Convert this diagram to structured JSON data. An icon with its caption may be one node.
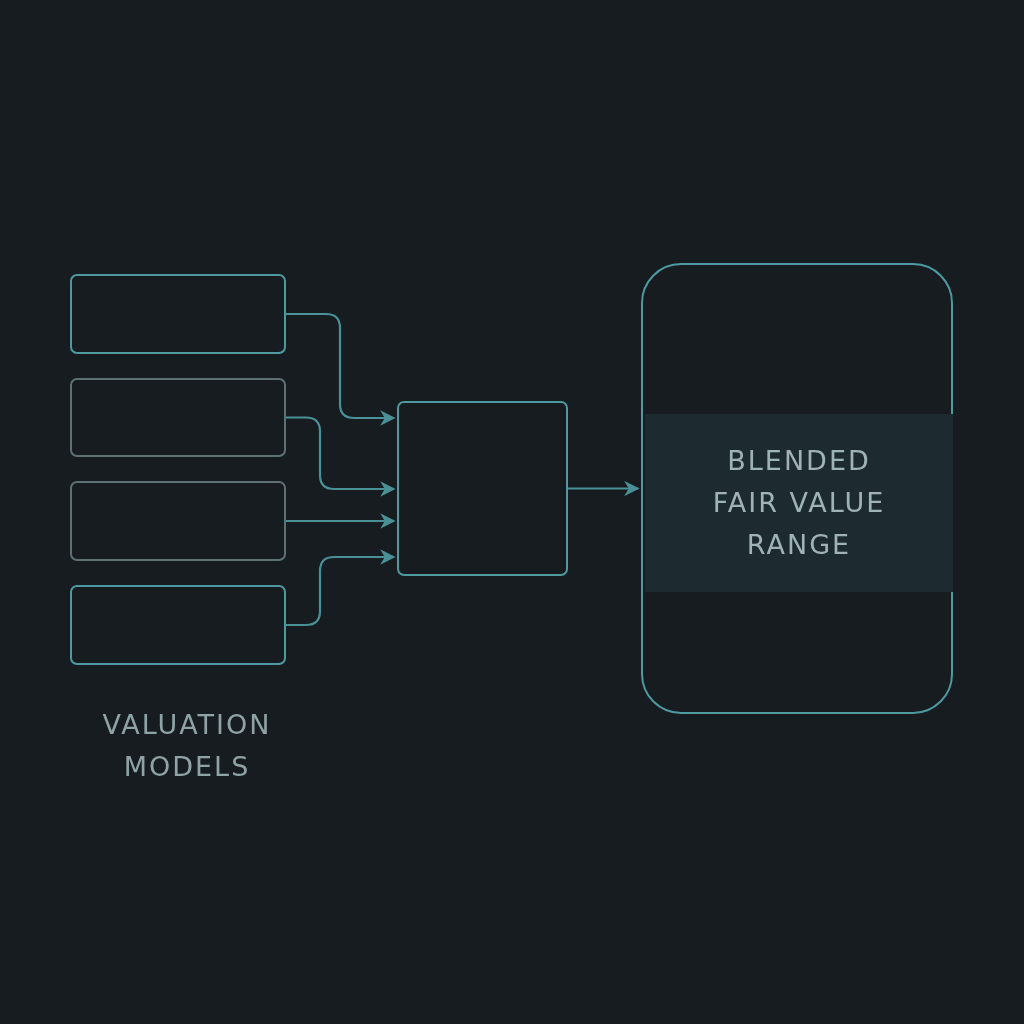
{
  "diagram": {
    "nodes": [
      {
        "text": [],
        "shape": "box"
      },
      {
        "text": [],
        "shape": "box"
      },
      {
        "text": [],
        "shape": "box"
      },
      {
        "text": [],
        "shape": "box"
      },
      {
        "text": [],
        "shape": "box"
      },
      {
        "text": [],
        "shape": "box"
      },
      {
        "text": [
          "BLENDED FAIR VALUE RANGE"
        ],
        "in": 5
      }
    ],
    "edges": [
      {
        "from": 0,
        "to": 4,
        "arrow": "to"
      },
      {
        "from": 1,
        "to": 4,
        "arrow": "to"
      },
      {
        "from": 2,
        "to": 4,
        "arrow": "to"
      },
      {
        "from": 3,
        "to": 4,
        "arrow": "to"
      },
      {
        "from": 4,
        "to": 5,
        "arrow": "to"
      }
    ],
    "labels": [
      "VALUATION MODELS"
    ]
  }
}
